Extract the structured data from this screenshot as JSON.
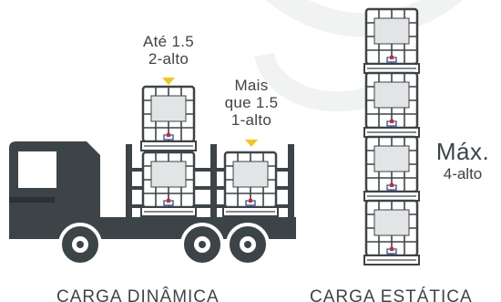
{
  "labels": {
    "dynamic_two_high": [
      "Até 1.5",
      "2-alto"
    ],
    "dynamic_one_high": [
      "Mais",
      "que 1.5",
      "1-alto"
    ],
    "static_max": "Máx.",
    "static_max_sub": "4-alto"
  },
  "captions": {
    "dynamic": "CARGA DINÂMICA",
    "static": "CARGA ESTÁTICA"
  },
  "colors": {
    "truck": "#3d4447",
    "arrow": "#f5c518",
    "ibc_frame": "#3d4447",
    "ibc_panel": "#e3e4e5",
    "watermark": "#f1f2f2",
    "valve_red": "#d9262c",
    "valve_blue": "#2a4f9e"
  }
}
